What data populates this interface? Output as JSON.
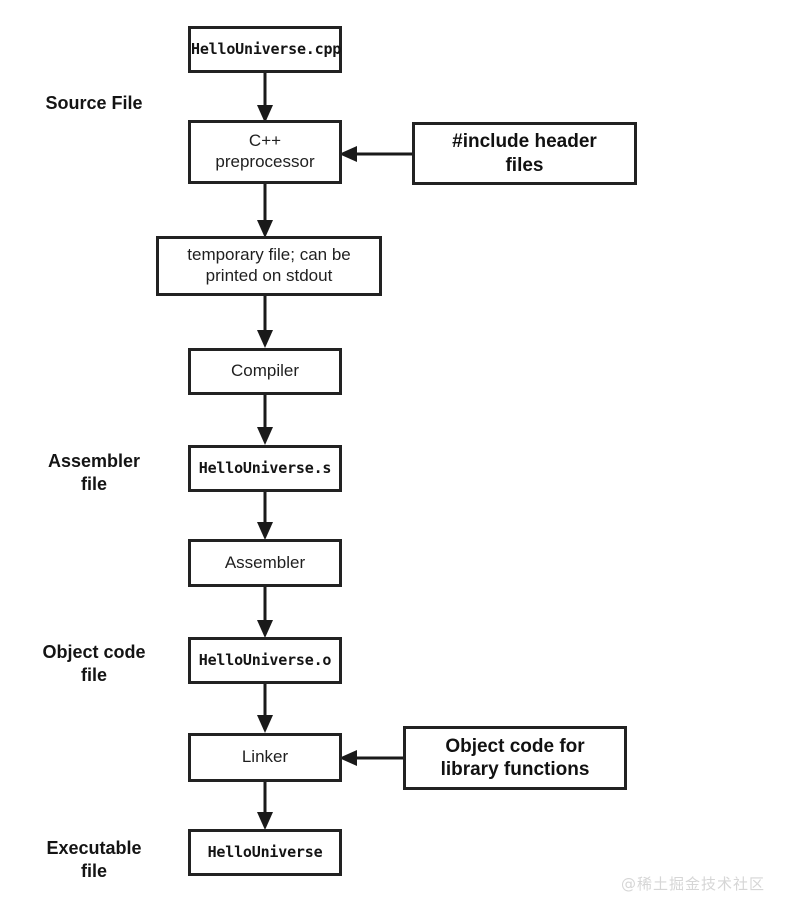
{
  "diagram": {
    "title": "C++ compilation pipeline",
    "accent_color": "#222222",
    "background_color": "#ffffff",
    "watermark": "@稀土掘金技术社区",
    "watermark_color": "#d6d6d6"
  },
  "stage_labels": [
    {
      "id": "source-file",
      "text": "Source File"
    },
    {
      "id": "assembler-file",
      "text": "Assembler\nfile"
    },
    {
      "id": "object-code-file",
      "text": "Object code\nfile"
    },
    {
      "id": "executable-file",
      "text": "Executable\nfile"
    }
  ],
  "nodes": [
    {
      "id": "source",
      "text": "HelloUniverse.cpp",
      "style": "mono"
    },
    {
      "id": "preprocessor",
      "text": "C++\npreprocessor",
      "style": "sans"
    },
    {
      "id": "temp-file",
      "text": "temporary file; can be\nprinted on stdout",
      "style": "sans"
    },
    {
      "id": "compiler",
      "text": "Compiler",
      "style": "sans"
    },
    {
      "id": "asm-file",
      "text": "HelloUniverse.s",
      "style": "mono"
    },
    {
      "id": "assembler",
      "text": "Assembler",
      "style": "sans"
    },
    {
      "id": "object-file",
      "text": "HelloUniverse.o",
      "style": "mono"
    },
    {
      "id": "linker",
      "text": "Linker",
      "style": "sans"
    },
    {
      "id": "executable",
      "text": "HelloUniverse",
      "style": "mono"
    }
  ],
  "callouts": [
    {
      "id": "include-headers",
      "text": "#include header\nfiles"
    },
    {
      "id": "library-object-code",
      "text": "Object code for\nlibrary functions"
    }
  ],
  "edges": [
    {
      "id": "source-to-preprocessor",
      "direction": "down"
    },
    {
      "id": "preprocessor-to-temp",
      "direction": "down"
    },
    {
      "id": "temp-to-compiler",
      "direction": "down"
    },
    {
      "id": "compiler-to-asm-file",
      "direction": "down"
    },
    {
      "id": "asm-file-to-assembler",
      "direction": "down"
    },
    {
      "id": "assembler-to-object-file",
      "direction": "down"
    },
    {
      "id": "object-file-to-linker",
      "direction": "down"
    },
    {
      "id": "linker-to-executable",
      "direction": "down"
    },
    {
      "id": "headers-to-preprocessor",
      "direction": "left"
    },
    {
      "id": "library-to-linker",
      "direction": "left"
    }
  ]
}
